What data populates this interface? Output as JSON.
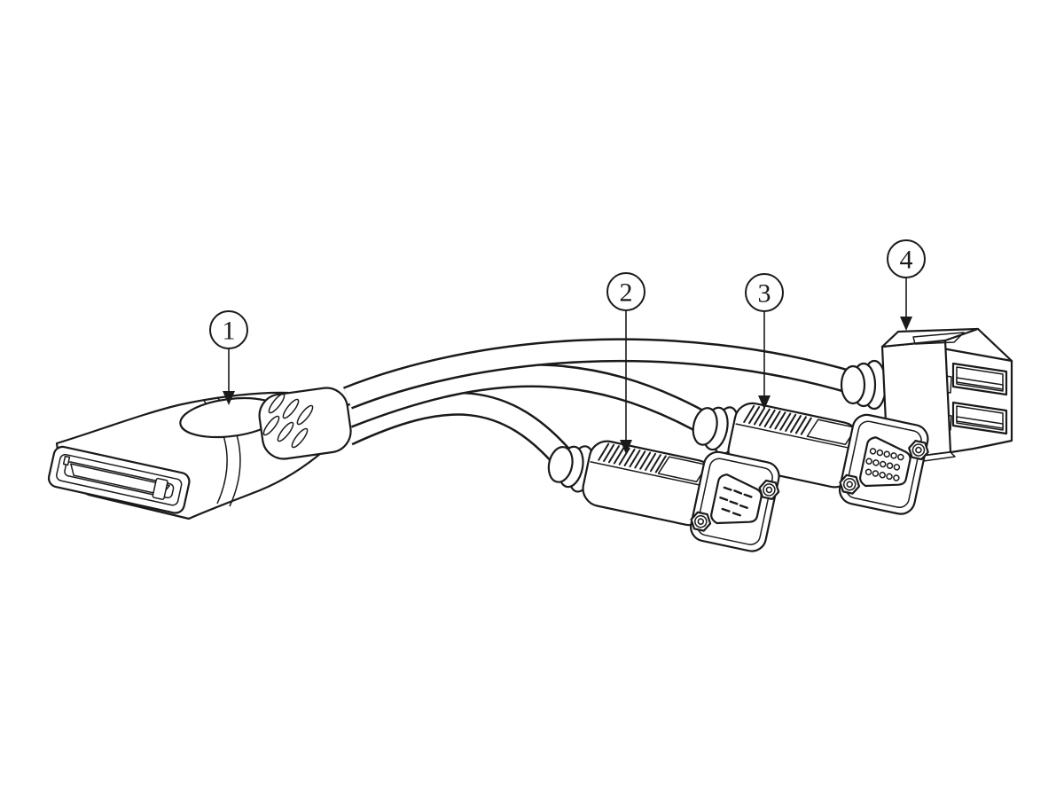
{
  "diagram": {
    "background_color": "#ffffff",
    "line_color": "#1a1a1a",
    "callouts": [
      {
        "label": "1"
      },
      {
        "label": "2"
      },
      {
        "label": "3"
      },
      {
        "label": "4"
      }
    ]
  }
}
